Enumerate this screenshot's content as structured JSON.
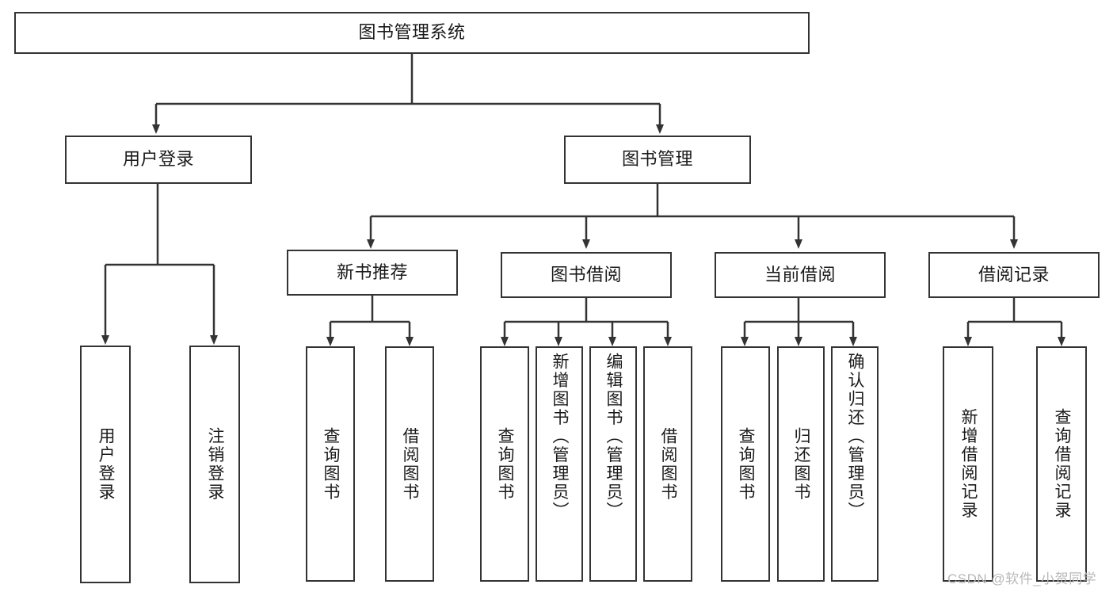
{
  "diagram": {
    "type": "tree-hierarchy",
    "title": "图书管理系统",
    "watermark": "CSDN @软件_小贺同学",
    "colors": {
      "stroke": "#333333",
      "fill": "#ffffff",
      "text": "#1a1a1a",
      "watermark": "#b8b8b8"
    },
    "levels": {
      "root": {
        "label": "图书管理系统"
      },
      "level2": [
        {
          "label": "用户登录"
        },
        {
          "label": "图书管理"
        }
      ],
      "level3": [
        {
          "label": "新书推荐"
        },
        {
          "label": "图书借阅"
        },
        {
          "label": "当前借阅"
        },
        {
          "label": "借阅记录"
        }
      ],
      "level4": {
        "user_login": [
          {
            "label": "用户登录"
          },
          {
            "label": "注销登录"
          }
        ],
        "new_book_recommend": [
          {
            "label": "查询图书"
          },
          {
            "label": "借阅图书"
          }
        ],
        "book_borrow": [
          {
            "label": "查询图书"
          },
          {
            "label": "新增图书（管理员）"
          },
          {
            "label": "编辑图书（管理员）"
          },
          {
            "label": "借阅图书"
          }
        ],
        "current_borrow": [
          {
            "label": "查询图书"
          },
          {
            "label": "归还图书"
          },
          {
            "label": "确认归还（管理员）"
          }
        ],
        "borrow_records": [
          {
            "label": "新增借阅记录"
          },
          {
            "label": "查询借阅记录"
          }
        ]
      }
    }
  }
}
